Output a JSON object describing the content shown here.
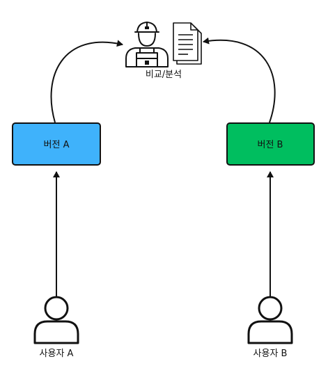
{
  "analyst": {
    "label": "비교/분석",
    "icon": "worker-icon",
    "document_icon": "document-icon"
  },
  "versions": {
    "a": {
      "label": "버전 A",
      "color": "#3fb2fb"
    },
    "b": {
      "label": "버전 B",
      "color": "#00be5f"
    }
  },
  "users": {
    "a": {
      "label": "사용자 A",
      "icon": "user-icon"
    },
    "b": {
      "label": "사용자 B",
      "icon": "user-icon"
    }
  }
}
